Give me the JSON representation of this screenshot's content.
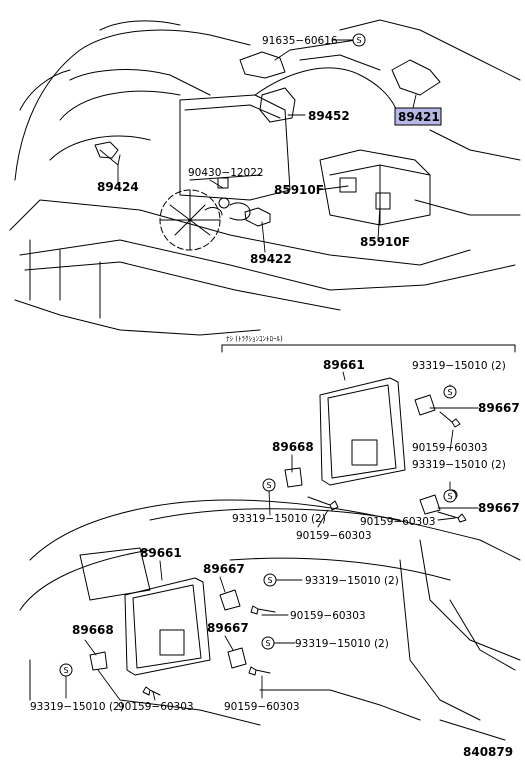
{
  "diagram": {
    "catalog_number": "840879",
    "callout_symbol": "S",
    "section_title": "ﾅｼ (ﾄﾗｸｼｮﾝｺﾝﾄﾛｰﾙ)",
    "highlight_color": "#b8b8e6",
    "labels": {
      "p91635": "91635−60616",
      "p89421": "89421",
      "p89452": "89452",
      "p89424": "89424",
      "p90430": "90430−12022",
      "p85910f_a": "85910F",
      "p85910f_b": "85910F",
      "p89422": "89422",
      "p89661_a": "89661",
      "p93319_a": "93319−15010 (2)",
      "p89667_a": "89667",
      "p89668_a": "89668",
      "p90159_a": "90159−60303",
      "p93319_b": "93319−15010 (2)",
      "p93319_c": "93319−15010 (2)",
      "p89667_b": "89667",
      "p90159_b": "90159−60303",
      "p90159_c": "90159−60303",
      "p89661_b": "89661",
      "p89667_c": "89667",
      "p93319_d": "93319−15010 (2)",
      "p90159_d": "90159−60303",
      "p89668_b": "89668",
      "p89667_d": "89667",
      "p93319_e": "93319−15010 (2)",
      "p93319_f": "93319−15010 (2)",
      "p90159_e": "90159−60303",
      "p90159_f": "90159−60303"
    }
  }
}
